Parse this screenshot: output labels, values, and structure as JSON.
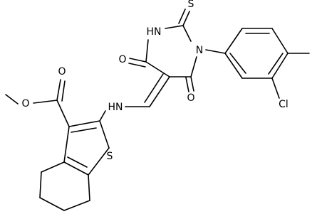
{
  "molecule": {
    "atom_labels": {
      "methyl_O": "O",
      "carbonyl_O_ester": "O",
      "amine_NH": "HN",
      "thiophene_S": "S",
      "ring_NH": "HN",
      "thione_S": "S",
      "carbonyl_O_top": "O",
      "carbonyl_O_bottom": "O",
      "ring_N": "N",
      "chloro": "Cl"
    },
    "colors": {
      "bond": "#000000",
      "text": "#000000",
      "background": "#ffffff"
    }
  }
}
